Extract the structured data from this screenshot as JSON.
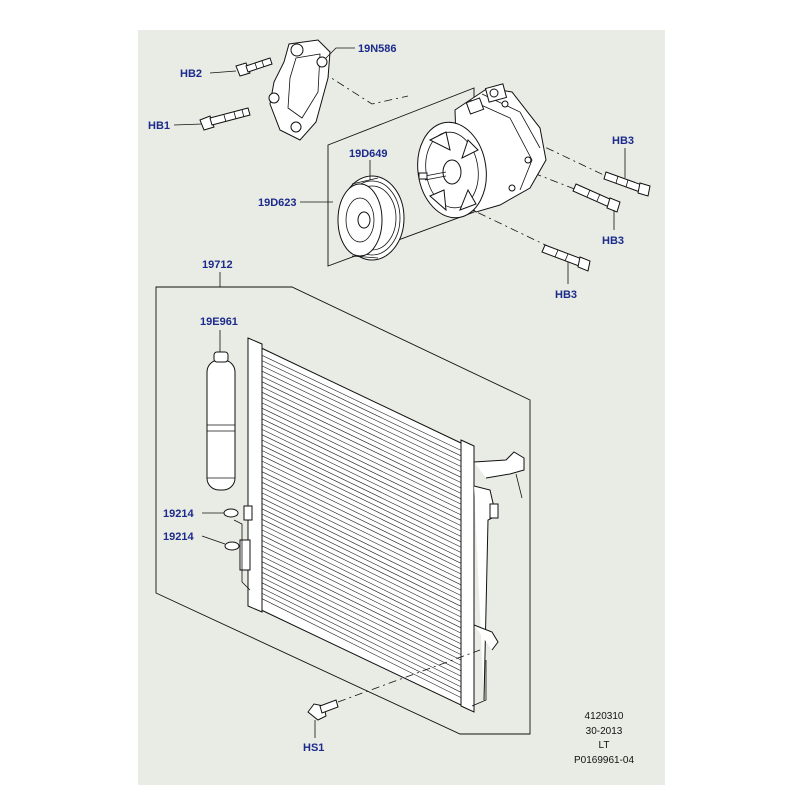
{
  "background_color": "#e9ece4",
  "callout_color": "#1b2a8c",
  "callouts": {
    "bracket": "19N586",
    "bolt_hb2": "HB2",
    "bolt_hb1": "HB1",
    "clutch_plate": "19D649",
    "pulley": "19D623",
    "bolt_hb3_top": "HB3",
    "bolt_hb3_mid": "HB3",
    "bolt_hb3_low": "HB3",
    "condenser": "19712",
    "receiver_drier": "19E961",
    "o_ring_upper": "19214",
    "o_ring_lower": "19214",
    "screw_hs1": "HS1"
  },
  "footer": {
    "line1": "4120310",
    "line2": "30-2013",
    "line3": "LT",
    "line4": "P0169961-04"
  }
}
